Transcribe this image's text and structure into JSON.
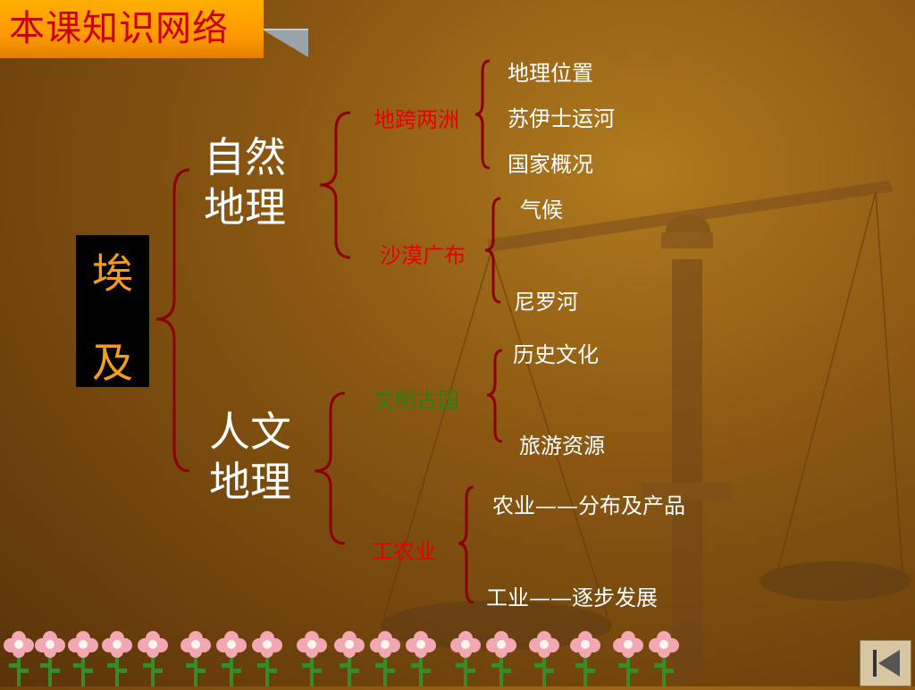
{
  "slide": {
    "title": "本课知识网络",
    "root": {
      "char1": "埃",
      "char2": "及"
    },
    "branches": {
      "natural": {
        "line1": "自然",
        "line2": "地理"
      },
      "human": {
        "line1": "人文",
        "line2": "地理"
      }
    },
    "topics": {
      "continents": "地跨两洲",
      "desert": "沙漠广布",
      "civilization": "文明古国",
      "industry_agri": "工农业"
    },
    "items": {
      "location": "地理位置",
      "suez": "苏伊士运河",
      "overview": "国家概况",
      "climate": "气候",
      "nile": "尼罗河",
      "history": "历史文化",
      "tourism": "旅游资源",
      "agriculture": "农业——分布及产品",
      "industry": "工业——逐步发展"
    },
    "colors": {
      "title_bg": "#ff9a00",
      "title_text": "#c80000",
      "topic_red": "#e60000",
      "topic_green": "#2e7d10",
      "root_text": "#f39c1f"
    },
    "icons": [
      "balance-scale-icon",
      "flower-icon",
      "back-nav-icon"
    ]
  }
}
